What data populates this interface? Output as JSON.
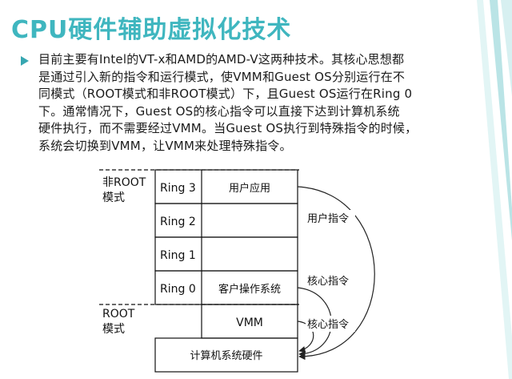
{
  "slide": {
    "title": "CPU硬件辅助虚拟化技术",
    "paragraph_lines": [
      "目前主要有Intel的VT-x和AMD的AMD-V这两种技术。其核心思想都",
      "是通过引入新的指令和运行模式，使VMM和Guest OS分别运行在不",
      "同模式（ROOT模式和非ROOT模式）下，且Guest OS运行在Ring 0",
      "下。通常情况下，Guest OS的核心指令可以直接下达到计算机系统",
      "硬件执行，而不需要经过VMM。当Guest OS执行到特殊指令的时候，",
      "系统会切换到VMM，让VMM来处理特殊指令。"
    ]
  },
  "diagram": {
    "mode_labels": {
      "non_root": [
        "非ROOT",
        "模式"
      ],
      "root": [
        "ROOT",
        "模式"
      ]
    },
    "rings": [
      "Ring 3",
      "Ring 2",
      "Ring 1",
      "Ring 0"
    ],
    "layer_contents": {
      "ring3": "用户应用",
      "ring2": "",
      "ring1": "",
      "ring0": "客户操作系统",
      "vmm": "VMM",
      "hardware": "计算机系统硬件"
    },
    "arrow_labels": {
      "user_instructions": "用户指令",
      "core_instructions_guest": "核心指令",
      "core_instructions_vmm": "核心指令"
    }
  },
  "colors": {
    "title": "#3fb6bf",
    "bullet": "#37a7b1",
    "accent_stripes": [
      "#8ad4d6",
      "#bfe7e8"
    ]
  }
}
